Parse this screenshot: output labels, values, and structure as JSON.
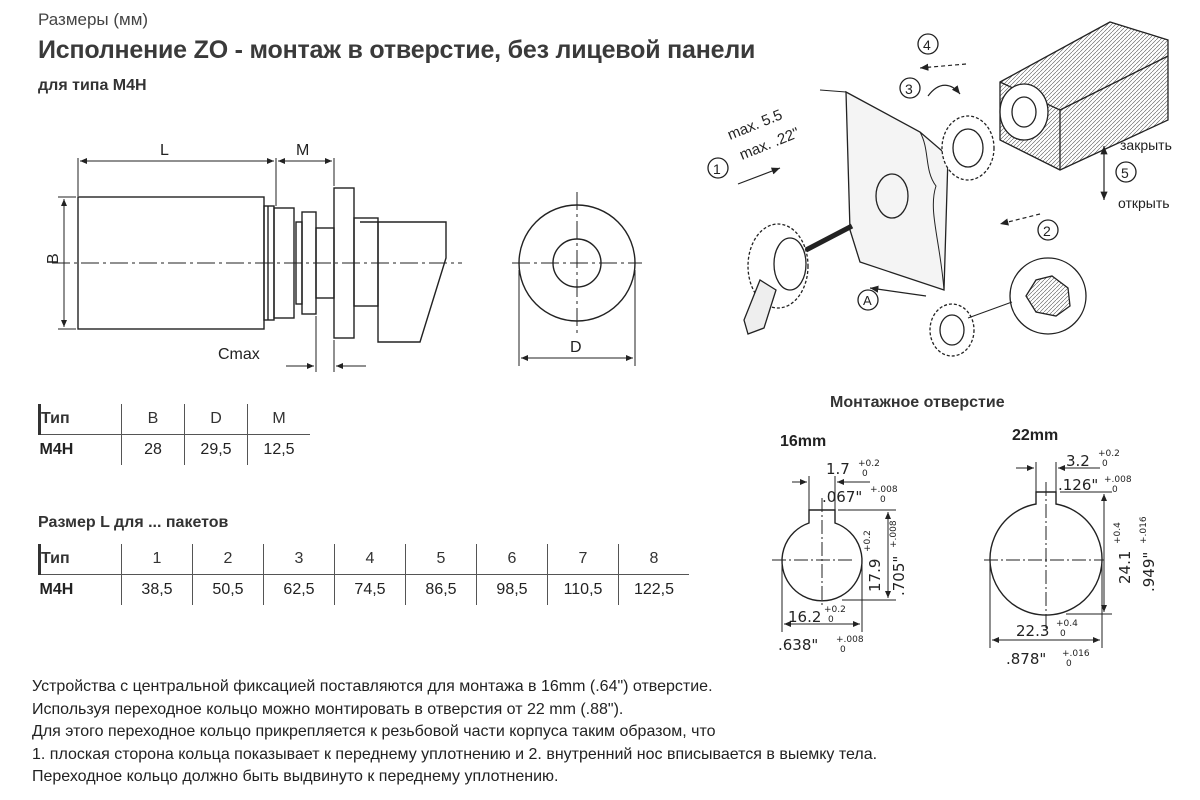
{
  "header": {
    "subtitle": "Размеры (мм)",
    "title": "Исполнение ZO - монтаж в отверстие, без лицевой панели",
    "type_line": "для типа M4H"
  },
  "drawing_labels": {
    "L": "L",
    "M": "M",
    "B": "B",
    "Cmax": "Cmax",
    "D": "D"
  },
  "assembly": {
    "max_mm": "max. 5.5",
    "max_in": "max. .22\"",
    "step1": "1",
    "step2": "2",
    "step3": "3",
    "step4": "4",
    "step5": "5",
    "stepA": "A",
    "close": "закрыть",
    "open": "открыть"
  },
  "table1": {
    "headers": [
      "Тип",
      "B",
      "D",
      "M"
    ],
    "rows": [
      [
        "M4H",
        "28",
        "29,5",
        "12,5"
      ]
    ]
  },
  "table2": {
    "title": "Размер L для ... пакетов",
    "headers": [
      "Тип",
      "1",
      "2",
      "3",
      "4",
      "5",
      "6",
      "7",
      "8"
    ],
    "rows": [
      [
        "M4H",
        "38,5",
        "50,5",
        "62,5",
        "74,5",
        "86,5",
        "98,5",
        "110,5",
        "122,5"
      ]
    ]
  },
  "mounting": {
    "title": "Монтажное отверстие",
    "hole16": {
      "label": "16mm",
      "top_mm": "1.7",
      "top_tol": "+0.2",
      "top_tol0": "0",
      "top_in": ".067\"",
      "top_in_tol": "+.008",
      "top_in_tol0": "0",
      "side_mm": "17.9",
      "side_tol": "+0.2",
      "side_in": ".705\"",
      "side_in_tol": "+.008",
      "bot_mm": "16.2",
      "bot_tol": "+0.2",
      "bot_tol0": "0",
      "bot_in": ".638\"",
      "bot_in_tol": "+.008",
      "bot_in_tol0": "0"
    },
    "hole22": {
      "label": "22mm",
      "top_mm": "3.2",
      "top_tol": "+0.2",
      "top_tol0": "0",
      "top_in": ".126\"",
      "top_in_tol": "+.008",
      "top_in_tol0": "0",
      "side_mm": "24.1",
      "side_tol": "+0.4",
      "side_in": ".949\"",
      "side_in_tol": "+.016",
      "bot_mm": "22.3",
      "bot_tol": "+0.4",
      "bot_tol0": "0",
      "bot_in": ".878\"",
      "bot_in_tol": "+.016",
      "bot_in_tol0": "0"
    }
  },
  "notes": [
    "Устройства с центральной фиксацией поставляются для монтажа в 16mm (.64\") отверстие.",
    "Используя переходное кольцо можно монтировать в отверстия от 22 mm (.88\").",
    "Для этого переходное кольцо прикрепляется к резьбовой части корпуса таким образом, что",
    "1. плоская сторона кольца показывает к переднему уплотнению и 2. внутренний нос вписывается в выемку тела.",
    "Переходное кольцо должно быть выдвинуто к переднему уплотнению."
  ]
}
